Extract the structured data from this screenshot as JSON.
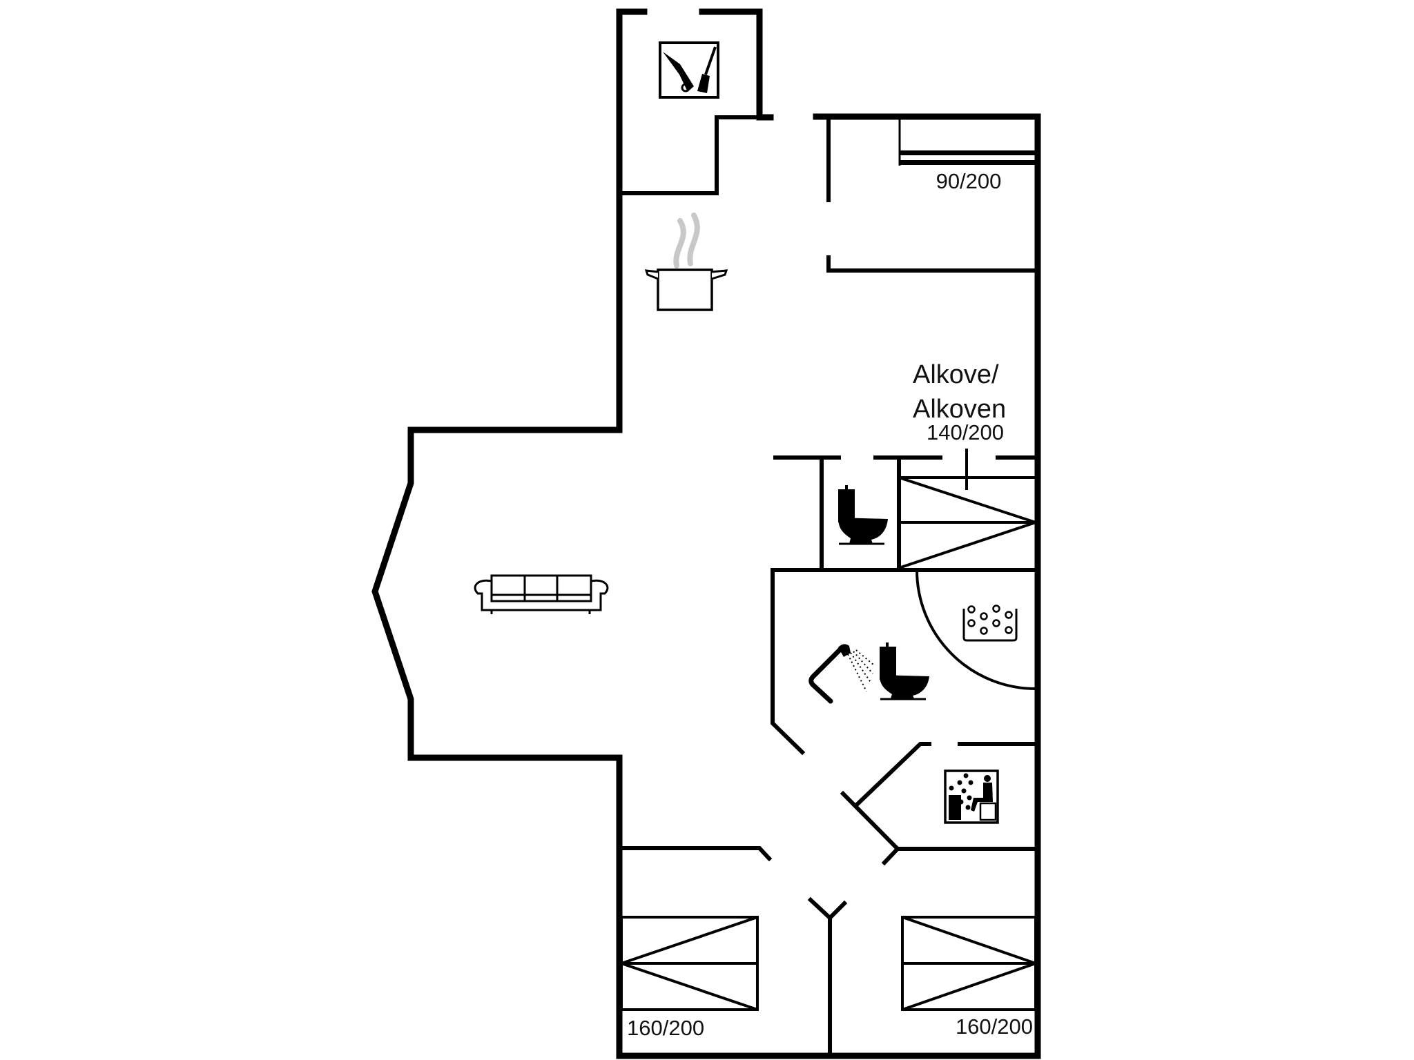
{
  "plan": {
    "title": "Floor plan",
    "colors": {
      "wall": "#000000",
      "background": "#ffffff",
      "steam": "#c8c8c8"
    },
    "rooms": {
      "utility": {
        "icon": "laundry-broom-icon"
      },
      "kitchen": {
        "icon": "cooking-pot-icon"
      },
      "bedroom_single": {
        "bed_label": "90/200",
        "icon": "single-bed-icon"
      },
      "alcove": {
        "label_line1": "Alkove/",
        "label_line2": "Alkoven",
        "bed_label": "140/200",
        "icon": "double-bed-icon"
      },
      "wc": {
        "icon": "toilet-icon"
      },
      "living_room": {
        "icon": "sofa-icon"
      },
      "bathroom": {
        "icons": [
          "shower-icon",
          "toilet-icon",
          "whirlpool-icon"
        ]
      },
      "sauna": {
        "icon": "sauna-icon"
      },
      "bedroom_left": {
        "bed_label": "160/200",
        "icon": "double-bed-icon"
      },
      "bedroom_right": {
        "bed_label": "160/200",
        "icon": "double-bed-icon"
      }
    }
  }
}
